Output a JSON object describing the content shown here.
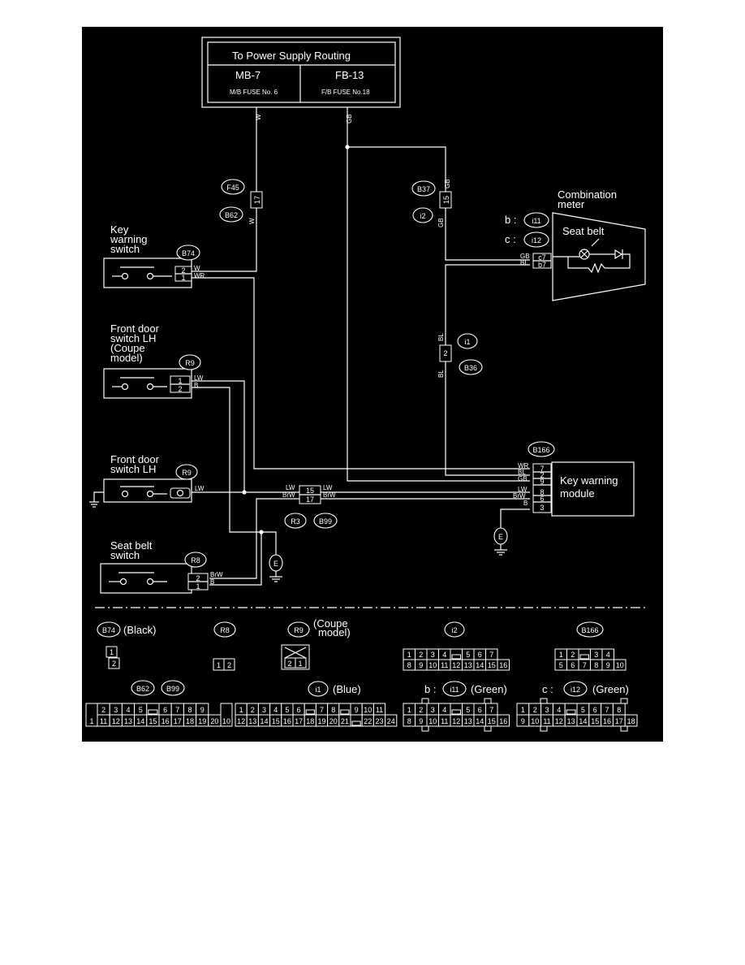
{
  "colors": {
    "background": "#000000",
    "ink": "#ffffff",
    "page": "#ffffff"
  },
  "power": {
    "title": "To Power Supply Routing",
    "left_fuse": "MB-7",
    "left_sub": "M/B FUSE No. 6",
    "right_fuse": "FB-13",
    "right_sub": "F/B FUSE No.18"
  },
  "components": {
    "key_warning_switch": [
      "Key",
      "warning",
      "switch"
    ],
    "front_door_coupe": [
      "Front door",
      "switch LH",
      "(Coupe",
      "model)"
    ],
    "front_door": [
      "Front door",
      "switch LH"
    ],
    "seat_belt_switch": [
      "Seat belt",
      "switch"
    ],
    "combination_meter": [
      "Combination",
      "meter"
    ],
    "seat_belt": "Seat belt",
    "key_warning_module": [
      "Key warning",
      "module"
    ]
  },
  "connectors": {
    "f45": "F45",
    "b62": "B62",
    "b37": "B37",
    "i2": "i2",
    "b74": "B74",
    "r9": "R9",
    "r3": "R3",
    "b99": "B99",
    "r8": "R8",
    "i1": "i1",
    "b36": "B36",
    "b166": "B166",
    "i11": "i11",
    "i12": "i12",
    "b_prefix": "b :",
    "c_prefix": "c :",
    "ground": "E"
  },
  "wires": {
    "w": "W",
    "gb": "GB",
    "wr": "WR",
    "lw": "LW",
    "b": "B",
    "brw": "BrW",
    "bl": "BL"
  },
  "pins": {
    "f45_pin": "17",
    "b37_pin": "15",
    "b74_pins": [
      "2",
      "1"
    ],
    "meter_pins": [
      "c7",
      "b7"
    ],
    "i1_pin": "2",
    "r9c_pins": [
      "1",
      "2"
    ],
    "r3_pins": [
      "15",
      "17"
    ],
    "r8_pins": [
      "2",
      "1"
    ],
    "module_pins": [
      "7",
      "2",
      "9",
      "8",
      "6",
      "3"
    ]
  },
  "legend": {
    "b74_color": "(Black)",
    "r9_note": [
      "(Coupe",
      "model)"
    ],
    "i1_color": "(Blue)",
    "i11_color": "(Green)",
    "i12_color": "(Green)",
    "b74_grid": [
      [
        "1"
      ],
      [
        "2"
      ]
    ],
    "r8_grid": [
      [
        "1",
        "2"
      ]
    ],
    "r9_grid": [
      [
        "2",
        "1"
      ]
    ],
    "i2_grid": [
      [
        "1",
        "2",
        "3",
        "4",
        "",
        "5",
        "6",
        "7"
      ],
      [
        "8",
        "9",
        "10",
        "11",
        "12",
        "13",
        "14",
        "15",
        "16"
      ]
    ],
    "b166_grid": [
      [
        "1",
        "2",
        "",
        "3",
        "4"
      ],
      [
        "5",
        "6",
        "7",
        "8",
        "9",
        "10"
      ]
    ],
    "b62_grid": {
      "left": "1",
      "right": "10",
      "top": [
        "2",
        "3",
        "4",
        "5",
        "",
        "6",
        "7",
        "8",
        "9"
      ],
      "bottom": [
        "11",
        "12",
        "13",
        "14",
        "15",
        "16",
        "17",
        "18",
        "19",
        "20"
      ]
    },
    "i1_grid": {
      "top": [
        "1",
        "2",
        "3",
        "4",
        "5",
        "6",
        "",
        "7",
        "8",
        "",
        "9",
        "10",
        "11"
      ],
      "bottom": [
        "12",
        "13",
        "14",
        "15",
        "16",
        "17",
        "18",
        "19",
        "20",
        "21",
        "",
        "22",
        "23",
        "24"
      ]
    },
    "i11_grid": {
      "top": [
        "1",
        "2",
        "3",
        "4",
        "",
        "5",
        "6",
        "7"
      ],
      "bottom": [
        "8",
        "9",
        "10",
        "11",
        "12",
        "13",
        "14",
        "15",
        "16"
      ]
    },
    "i12_grid": {
      "top": [
        "1",
        "2",
        "3",
        "4",
        "",
        "5",
        "6",
        "7",
        "8"
      ],
      "bottom": [
        "9",
        "10",
        "11",
        "12",
        "13",
        "14",
        "15",
        "16",
        "17",
        "18"
      ]
    }
  }
}
